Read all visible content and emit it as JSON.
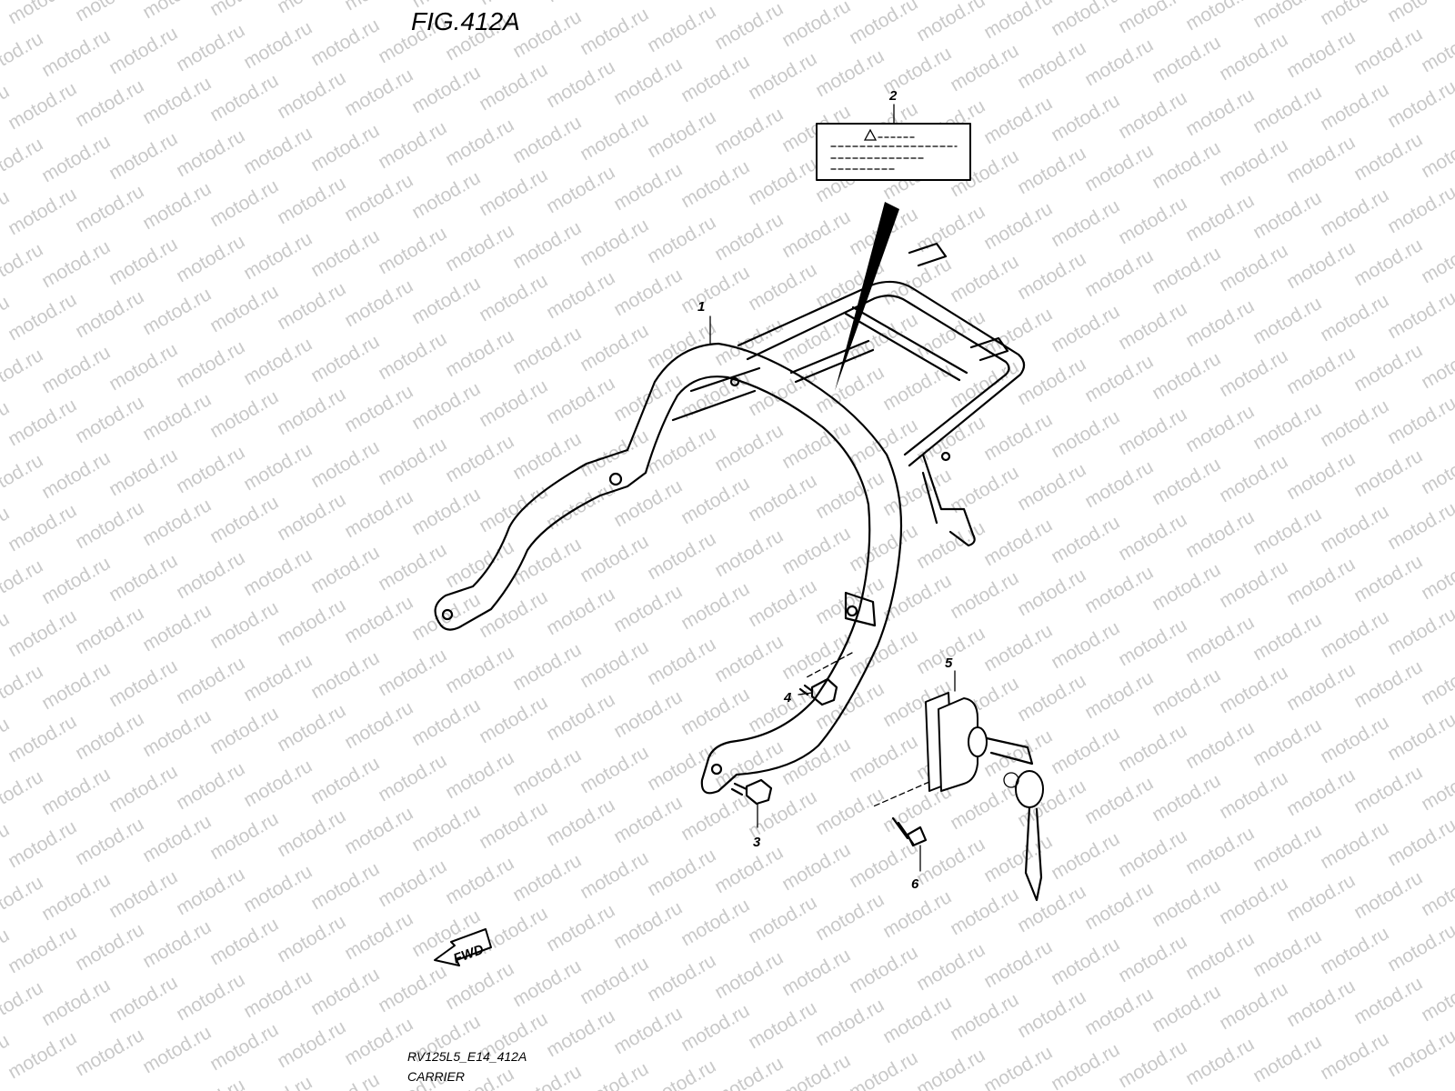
{
  "figure": {
    "title": "FIG.412A",
    "model_code": "RV125L5_E14_412A",
    "section_name": "CARRIER"
  },
  "watermark": {
    "text": "motod.ru"
  },
  "fwd_arrow": {
    "label": "FWD"
  },
  "parts": [
    {
      "number": "1",
      "name": "carrier"
    },
    {
      "number": "2",
      "name": "label"
    },
    {
      "number": "3",
      "name": "bolt"
    },
    {
      "number": "4",
      "name": "bolt"
    },
    {
      "number": "5",
      "name": "lock"
    },
    {
      "number": "6",
      "name": "screw"
    }
  ]
}
